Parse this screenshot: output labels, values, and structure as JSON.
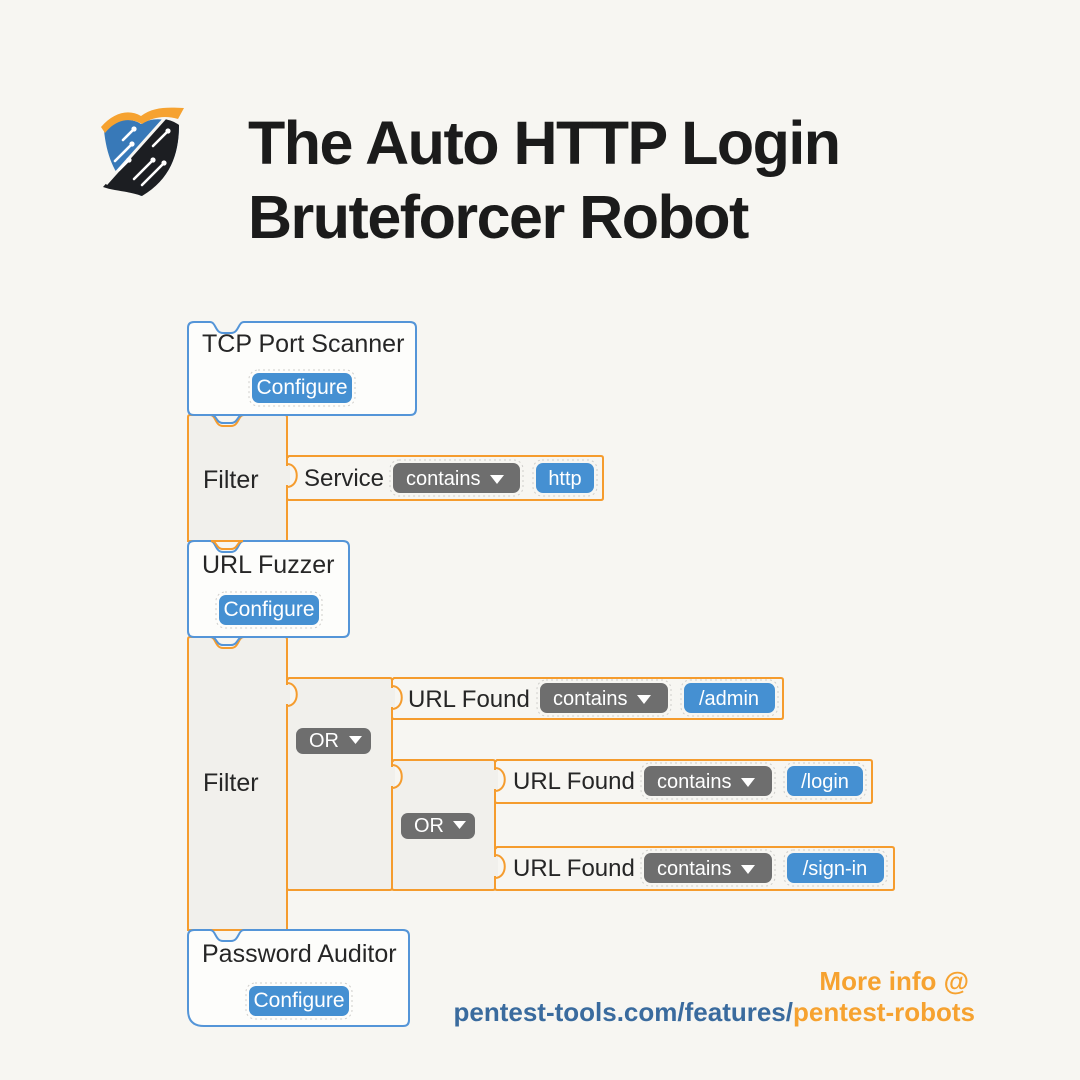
{
  "header": {
    "title_line1": "The Auto HTTP Login",
    "title_line2": "Bruteforcer Robot"
  },
  "diagram": {
    "tcp": {
      "title": "TCP Port Scanner",
      "button": "Configure"
    },
    "filter1": {
      "label": "Filter"
    },
    "service": {
      "field": "Service",
      "operator": "contains",
      "value": "http"
    },
    "fuzzer": {
      "title": "URL Fuzzer",
      "button": "Configure"
    },
    "filter2": {
      "label": "Filter"
    },
    "or_outer": {
      "operator": "OR"
    },
    "or_inner": {
      "operator": "OR"
    },
    "admin": {
      "field": "URL Found",
      "operator": "contains",
      "value": "/admin"
    },
    "login": {
      "field": "URL Found",
      "operator": "contains",
      "value": "/login"
    },
    "signin": {
      "field": "URL Found",
      "operator": "contains",
      "value": "/sign-in"
    },
    "auditor": {
      "title": "Password Auditor",
      "button": "Configure"
    }
  },
  "footer": {
    "more_info": "More info @",
    "url_prefix": "pentest-tools.com/features/",
    "url_highlight": "pentest-robots"
  },
  "colors": {
    "orange_border": "#F59C2E",
    "blue_border": "#5495D8",
    "button_blue": "#4590D2",
    "chip_gray": "#6E6E6E",
    "link_blue": "#3A6B9E",
    "link_orange": "#F6A230",
    "page_bg": "#F7F6F2",
    "filter_bg": "#F1F0EC"
  }
}
